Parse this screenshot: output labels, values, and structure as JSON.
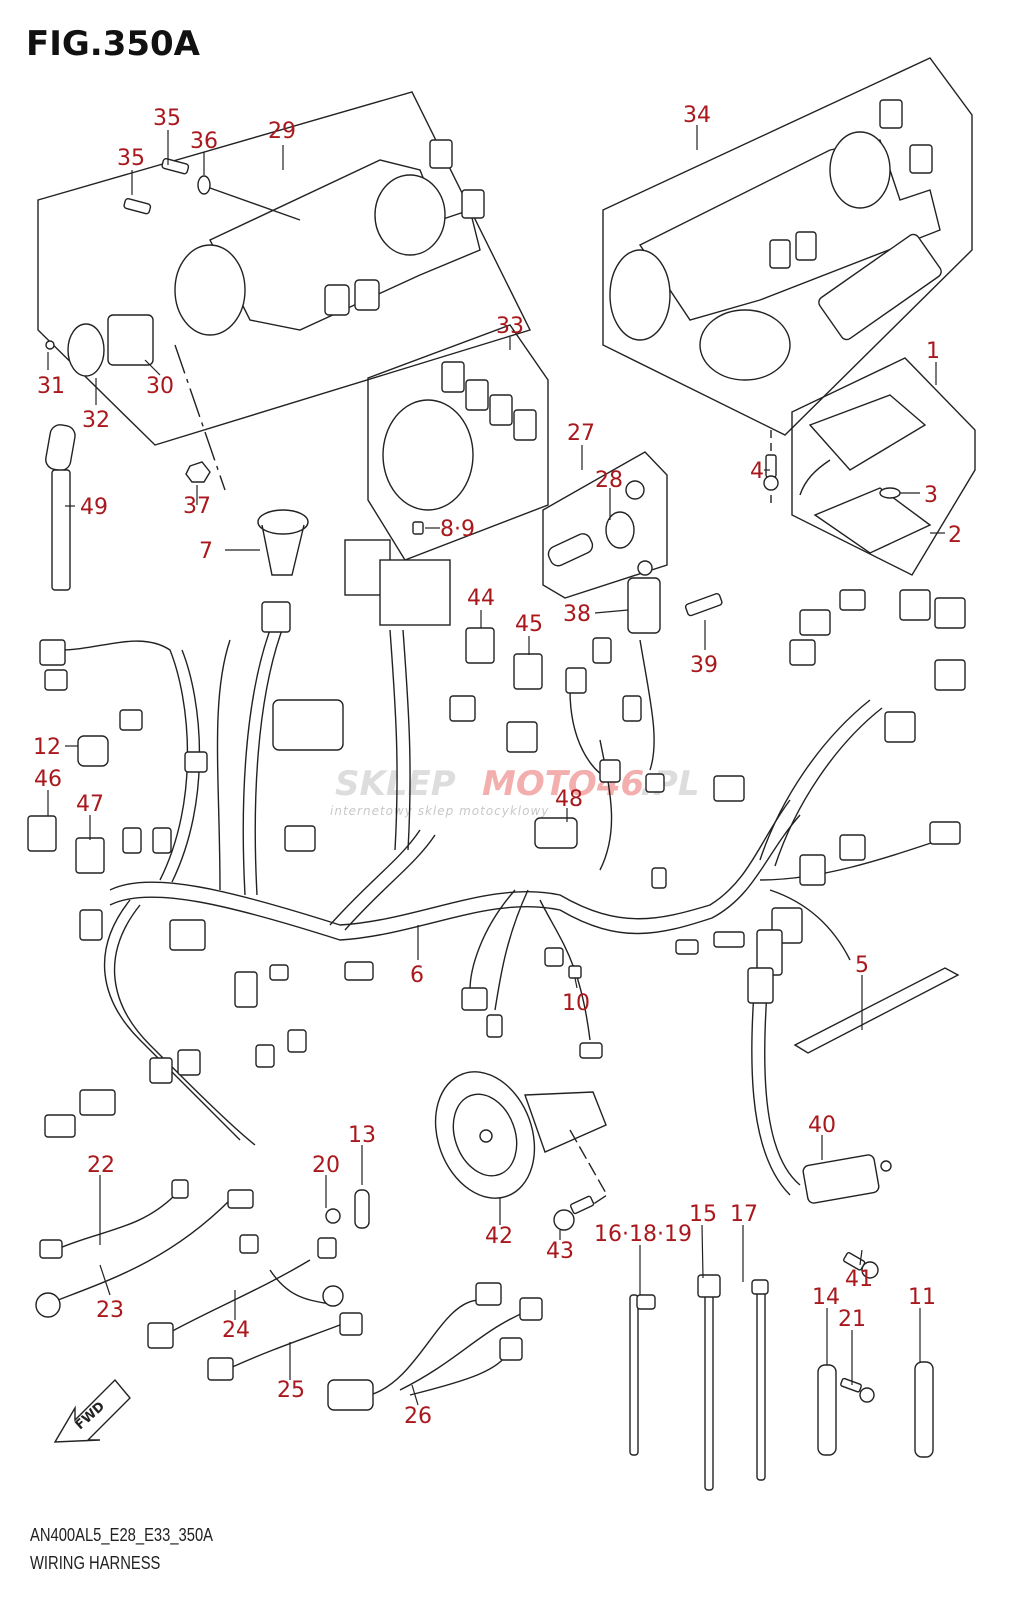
{
  "figure": {
    "title": "FIG.350A",
    "model_code": "AN400AL5_E28_E33_350A",
    "section_title": "WIRING HARNESS",
    "callout_color": "#a8181c",
    "line_color": "#222222"
  },
  "watermark": {
    "brand_part1": "SKLEP",
    "brand_part2": "MOTO46",
    "brand_part3": ".PL",
    "tagline": "internetowy sklep motocyklowy"
  },
  "fwd_arrow": {
    "label": "FWD"
  },
  "callouts": {
    "c1": "1",
    "c2": "2",
    "c3": "3",
    "c4": "4",
    "c5": "5",
    "c6": "6",
    "c7": "7",
    "c8_9": "8·9",
    "c10": "10",
    "c11": "11",
    "c12": "12",
    "c13": "13",
    "c14": "14",
    "c15": "15",
    "c16_18_19": "16·18·19",
    "c17": "17",
    "c20": "20",
    "c21": "21",
    "c22": "22",
    "c23": "23",
    "c24": "24",
    "c25": "25",
    "c26": "26",
    "c27": "27",
    "c28": "28",
    "c29": "29",
    "c30": "30",
    "c31": "31",
    "c32": "32",
    "c33": "33",
    "c34": "34",
    "c35a": "35",
    "c35b": "35",
    "c36": "36",
    "c37": "37",
    "c38": "38",
    "c39": "39",
    "c40": "40",
    "c41": "41",
    "c42": "42",
    "c43": "43",
    "c44": "44",
    "c45": "45",
    "c46": "46",
    "c47": "47",
    "c48": "48",
    "c49": "49"
  },
  "parts": [
    {
      "ref": "1",
      "depicts": "control unit assembly (boxed group)"
    },
    {
      "ref": "2",
      "depicts": "case"
    },
    {
      "ref": "3",
      "depicts": "small cap"
    },
    {
      "ref": "4",
      "depicts": "screw"
    },
    {
      "ref": "5",
      "depicts": "tape / pad strip"
    },
    {
      "ref": "6",
      "depicts": "main wiring harness"
    },
    {
      "ref": "7",
      "depicts": "connector cap"
    },
    {
      "ref": "8·9",
      "depicts": "fuse"
    },
    {
      "ref": "10",
      "depicts": "connector"
    },
    {
      "ref": "11",
      "depicts": "clamp with pin"
    },
    {
      "ref": "12",
      "depicts": "connector cover"
    },
    {
      "ref": "13",
      "depicts": "clamp plate"
    },
    {
      "ref": "14",
      "depicts": "clamp strip"
    },
    {
      "ref": "15",
      "depicts": "cable tie with clip"
    },
    {
      "ref": "16·18·19",
      "depicts": "cable tie with bend"
    },
    {
      "ref": "17",
      "depicts": "cable tie"
    },
    {
      "ref": "20",
      "depicts": "bolt"
    },
    {
      "ref": "21",
      "depicts": "screw"
    },
    {
      "ref": "22",
      "depicts": "sub harness"
    },
    {
      "ref": "23",
      "depicts": "sub harness"
    },
    {
      "ref": "24",
      "depicts": "sub harness"
    },
    {
      "ref": "25",
      "depicts": "sub harness"
    },
    {
      "ref": "26",
      "depicts": "sub harness"
    },
    {
      "ref": "27",
      "depicts": "socket assembly (boxed group)"
    },
    {
      "ref": "28",
      "depicts": "socket cap"
    },
    {
      "ref": "29",
      "depicts": "ignition lock set (boxed group)"
    },
    {
      "ref": "30",
      "depicts": "ignition switch"
    },
    {
      "ref": "31",
      "depicts": "screw"
    },
    {
      "ref": "32",
      "depicts": "plate"
    },
    {
      "ref": "33",
      "depicts": "lock set (boxed group)"
    },
    {
      "ref": "34",
      "depicts": "lock set complete (boxed group)"
    },
    {
      "ref": "35",
      "depicts": "screw"
    },
    {
      "ref": "36",
      "depicts": "washer"
    },
    {
      "ref": "37",
      "depicts": "nut"
    },
    {
      "ref": "38",
      "depicts": "switch"
    },
    {
      "ref": "39",
      "depicts": "bolt"
    },
    {
      "ref": "40",
      "depicts": "switch"
    },
    {
      "ref": "41",
      "depicts": "bolt"
    },
    {
      "ref": "42",
      "depicts": "horn"
    },
    {
      "ref": "43",
      "depicts": "bolt"
    },
    {
      "ref": "44",
      "depicts": "relay"
    },
    {
      "ref": "45",
      "depicts": "relay"
    },
    {
      "ref": "46",
      "depicts": "relay"
    },
    {
      "ref": "47",
      "depicts": "relay"
    },
    {
      "ref": "48",
      "depicts": "sensor"
    },
    {
      "ref": "49",
      "depicts": "key blank"
    }
  ]
}
